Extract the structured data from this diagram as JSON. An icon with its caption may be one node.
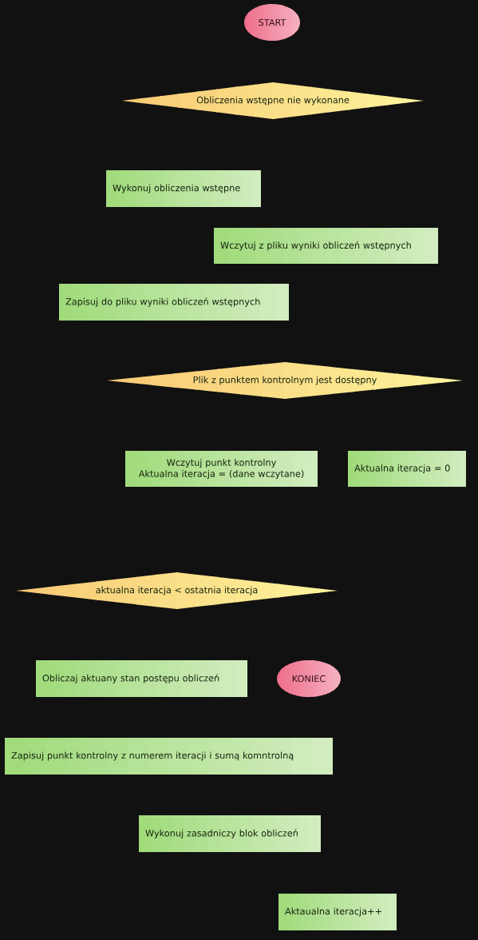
{
  "diagram": {
    "nodes": [
      {
        "text": [
          "START"
        ]
      },
      {
        "text": [
          "Obliczenia wstępne nie wykonane"
        ]
      },
      {
        "text": [
          "Wykonuj obliczenia wstępne"
        ]
      },
      {
        "text": [
          "Wczytuj z pliku wyniki obliczeń wstępnych"
        ]
      },
      {
        "text": [
          "Zapisuj do pliku wyniki obliczeń wstępnych"
        ]
      },
      {
        "text": [
          "Plik z punktem kontrolnym jest dostępny"
        ]
      },
      {
        "text": [
          "Wczytuj punkt kontrolny",
          "Aktualna iteracja = (dane wczytane)"
        ]
      },
      {
        "text": [
          "Aktualna iteracja = 0"
        ]
      },
      {
        "text": [
          "aktualna iteracja < ostatnia iteracja"
        ]
      },
      {
        "text": [
          "Obliczaj aktuany stan postępu obliczeń"
        ]
      },
      {
        "text": [
          "KONIEC"
        ]
      },
      {
        "text": [
          "Zapisuj punkt kontrolny z numerem iteracji i sumą komntrolną"
        ]
      },
      {
        "text": [
          "Wykonuj zasadniczy blok obliczeń"
        ]
      },
      {
        "text": [
          "Aktaualna iteracja++"
        ]
      }
    ],
    "edges": []
  }
}
